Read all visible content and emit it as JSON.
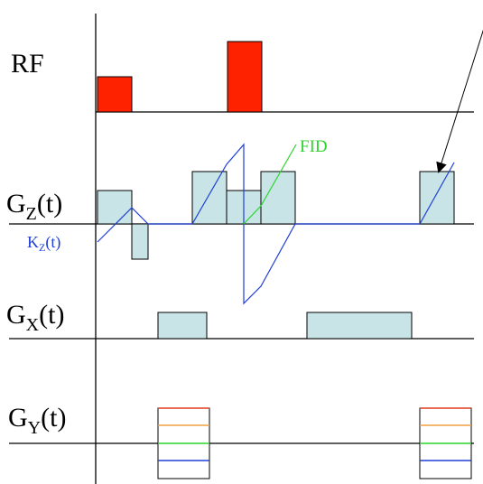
{
  "rows": {
    "rf": {
      "label": "RF"
    },
    "gz": {
      "label_main": "G",
      "label_sub": "Z",
      "label_tail": "(t)"
    },
    "kz": {
      "label_main": "K",
      "label_sub": "Z",
      "label_tail": "(t)"
    },
    "gx": {
      "label_main": "G",
      "label_sub": "X",
      "label_tail": "(t)"
    },
    "gy": {
      "label_main": "G",
      "label_sub": "Y",
      "label_tail": "(t)"
    }
  },
  "annotations": {
    "fid": "FID"
  },
  "colors": {
    "rf_pulse": "#ff2200",
    "gradient_fill": "#c8e4e6",
    "trajectory": "#1f3fd6",
    "fid": "#2bd62b",
    "phase_steps": [
      "#e03a1e",
      "#f0a040",
      "#2bd62b",
      "#1f3fd6"
    ]
  }
}
